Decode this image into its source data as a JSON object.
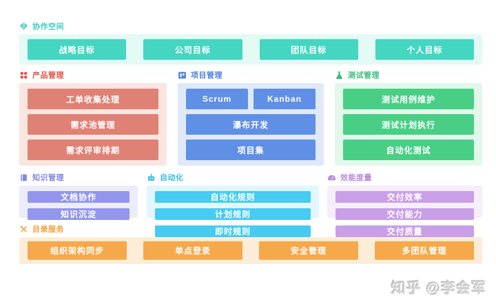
{
  "collaboration": {
    "title": "协作空间",
    "icon": "gem-icon",
    "items": [
      "战略目标",
      "公司目标",
      "团队目标",
      "个人目标"
    ],
    "colors": {
      "accent": "#3ecdb9",
      "button": "#45d6c2",
      "panel": "#e3faf5"
    }
  },
  "product": {
    "title": "产品管理",
    "icon": "grid-dots-icon",
    "items": [
      "工单收集处理",
      "需求池管理",
      "需求评审排期"
    ],
    "colors": {
      "accent": "#e0544a",
      "button": "#e08175",
      "panel": "#f9e6e1"
    }
  },
  "project": {
    "title": "项目管理",
    "icon": "kanban-icon",
    "items": [
      "Scrum",
      "Kanban",
      "瀑布开发",
      "项目集"
    ],
    "colors": {
      "accent": "#5083db",
      "button": "#6090e6",
      "panel": "#dfe9f8"
    }
  },
  "test": {
    "title": "测试管理",
    "icon": "flask-icon",
    "items": [
      "测试用例维护",
      "测试计划执行",
      "自动化测试"
    ],
    "colors": {
      "accent": "#3cbe7b",
      "button": "#48cf85",
      "panel": "#e1f8eb"
    }
  },
  "knowledge": {
    "title": "知识管理",
    "icon": "book-icon",
    "items": [
      "文档协作",
      "知识沉淀"
    ],
    "colors": {
      "accent": "#8386e1",
      "button": "#9396ec",
      "panel": "#ececfb"
    }
  },
  "automation": {
    "title": "自动化",
    "icon": "robot-icon",
    "items": [
      "自动化规则",
      "计划规则",
      "即时规则"
    ],
    "colors": {
      "accent": "#39bce9",
      "button": "#46cbf1",
      "panel": "#e1f6fd"
    }
  },
  "metrics": {
    "title": "效能度量",
    "icon": "gauge-icon",
    "items": [
      "交付效率",
      "交付能力",
      "交付质量"
    ],
    "colors": {
      "accent": "#ba8dda",
      "button": "#c99fe7",
      "panel": "#f5eefb"
    }
  },
  "directory": {
    "title": "目录服务",
    "icon": "tools-icon",
    "items": [
      "组织架构同步",
      "单点登录",
      "安全管理",
      "多团队管理"
    ],
    "colors": {
      "accent": "#f1a039",
      "button": "#f6a94b",
      "panel": "#fcedd8"
    }
  },
  "watermark": {
    "text": "知乎 @李会军"
  }
}
